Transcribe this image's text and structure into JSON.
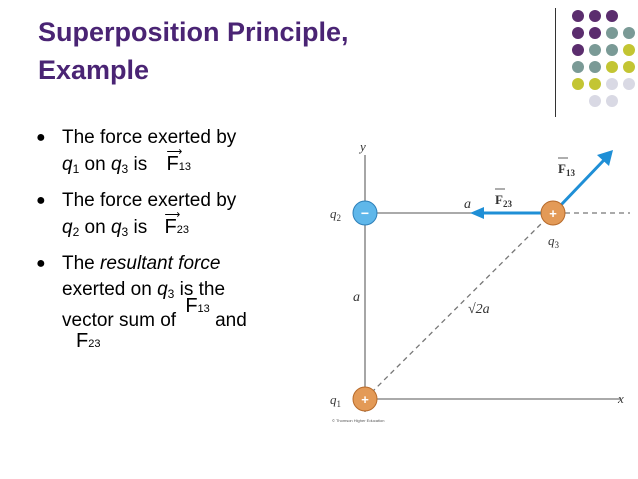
{
  "slide": {
    "title_line1": "Superposition Principle,",
    "title_line2": "Example"
  },
  "palette": {
    "title_color": "#4a2474",
    "dot_purple": "#5b2d6e",
    "dot_teal": "#7a9a96",
    "dot_olive": "#c3c533",
    "dot_light": "#d9d9e4"
  },
  "bullets": {
    "b1_text1": "The force exerted by",
    "b1_q1": "q",
    "b1_q1_sub": "1",
    "b1_on": " on ",
    "b1_q3": "q",
    "b1_q3_sub": "3",
    "b1_is": " is ",
    "b1_vec": "F",
    "b1_vec_sub": "13",
    "b2_text1": "The force exerted by",
    "b2_q1": "q",
    "b2_q1_sub": "2",
    "b2_on": " on ",
    "b2_q3": "q",
    "b2_q3_sub": "3",
    "b2_is": " is ",
    "b2_vec": "F",
    "b2_vec_sub": "23",
    "b3_text1": "The ",
    "b3_italic": "resultant force",
    "b3_text2": "exerted on ",
    "b3_q3": "q",
    "b3_q3_sub": "3",
    "b3_text3": " is the",
    "b3_text4": "vector sum of ",
    "b3_vec1": "F",
    "b3_vec1_sub": "13",
    "b3_and": " and",
    "b3_vec2": "F",
    "b3_vec2_sub": "23"
  },
  "diagram": {
    "y_axis_label": "y",
    "x_axis_label": "x",
    "q2_label": "q",
    "q2_sub": "2",
    "q2_sign": "−",
    "q1_label": "q",
    "q1_sub": "1",
    "q1_sign": "+",
    "q3_label": "q",
    "q3_sub": "3",
    "q3_sign": "+",
    "a_top": "a",
    "a_side": "a",
    "diag_label": "√2a",
    "f13_label": "F",
    "f13_sub": "13",
    "f23_label": "F",
    "f23_sub": "23",
    "credit": "© Thomson Higher Education"
  }
}
